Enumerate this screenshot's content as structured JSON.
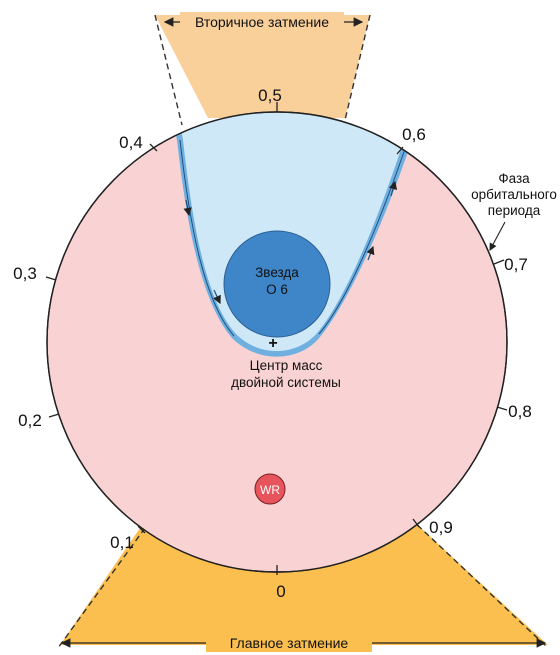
{
  "secondary_eclipse": {
    "label": "Вторичное затмение"
  },
  "primary_eclipse": {
    "label": "Главное затмение"
  },
  "phase_ticks": [
    {
      "label": "0"
    },
    {
      "label": "0,1"
    },
    {
      "label": "0,2"
    },
    {
      "label": "0,3"
    },
    {
      "label": "0,4"
    },
    {
      "label": "0,5"
    },
    {
      "label": "0,6"
    },
    {
      "label": "0,7"
    },
    {
      "label": "0,8"
    },
    {
      "label": "0,9"
    }
  ],
  "orbital_phase_note": {
    "lines": [
      "Фаза",
      "орбитального",
      "периода"
    ]
  },
  "o_star": {
    "lines": [
      "Звезда",
      "О 6"
    ]
  },
  "center_of_mass": {
    "symbol": "+",
    "lines": [
      "Центр масс",
      "двойной системы"
    ]
  },
  "wr_star": {
    "label": "WR"
  },
  "colors": {
    "wr_wind": "#f9d3d3",
    "o_star_wind": "#cfe8f7",
    "shock_layer": "#6fb0e0",
    "o_star": "#3f86c9",
    "wr_star": "#e8545c",
    "secondary_eclipse_cone": "#f9cf9a",
    "primary_eclipse_cone": "#fbbf4f"
  }
}
